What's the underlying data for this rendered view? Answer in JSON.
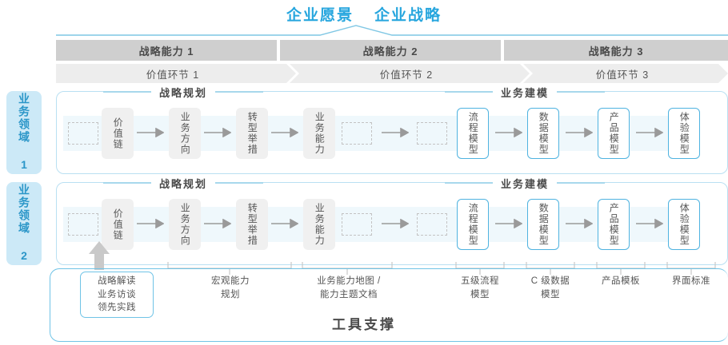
{
  "header": {
    "titles": [
      "企业愿景",
      "企业战略"
    ],
    "accent_color": "#27A6DE"
  },
  "capabilities": {
    "items": [
      {
        "label": "战略能力 1"
      },
      {
        "label": "战略能力 2"
      },
      {
        "label": "战略能力 3"
      }
    ],
    "bar_color": "#CFCFCF"
  },
  "value_chain": {
    "items": [
      {
        "label": "价值环节 1"
      },
      {
        "label": "价值环节 2"
      },
      {
        "label": "价值环节 3"
      }
    ],
    "bar_color": "#EDEDED"
  },
  "domains": [
    {
      "tab_label": "业务领域 1",
      "sections": [
        {
          "title": "战略规划"
        },
        {
          "title": "业务建模"
        }
      ],
      "nodes": [
        {
          "label": "价值链",
          "style": "gray"
        },
        {
          "label": "业务方向",
          "style": "gray"
        },
        {
          "label": "转型举措",
          "style": "gray"
        },
        {
          "label": "业务能力",
          "style": "gray"
        },
        {
          "label": "流程模型",
          "style": "blue"
        },
        {
          "label": "数据模型",
          "style": "blue"
        },
        {
          "label": "产品模型",
          "style": "blue"
        },
        {
          "label": "体验模型",
          "style": "blue"
        }
      ]
    },
    {
      "tab_label": "业务领域 2",
      "sections": [
        {
          "title": "战略规划"
        },
        {
          "title": "业务建模"
        }
      ],
      "nodes": [
        {
          "label": "价值链",
          "style": "gray"
        },
        {
          "label": "业务方向",
          "style": "gray"
        },
        {
          "label": "转型举措",
          "style": "gray"
        },
        {
          "label": "业务能力",
          "style": "gray"
        },
        {
          "label": "流程模型",
          "style": "blue"
        },
        {
          "label": "数据模型",
          "style": "blue"
        },
        {
          "label": "产品模型",
          "style": "blue"
        },
        {
          "label": "体验模型",
          "style": "blue"
        }
      ]
    }
  ],
  "tool_support": {
    "title": "工具支撑",
    "items": [
      {
        "label": "战略解读\n业务访谈\n领先实践",
        "boxed": true
      },
      {
        "label": "宏观能力\n规划",
        "boxed": false
      },
      {
        "label": "业务能力地图 /\n能力主题文档",
        "boxed": false
      },
      {
        "label": "五级流程\n模型",
        "boxed": false
      },
      {
        "label": "C 级数据\n模型",
        "boxed": false
      },
      {
        "label": "产品模板",
        "boxed": false
      },
      {
        "label": "界面标准",
        "boxed": false
      }
    ],
    "border_color": "#6FC3E6"
  },
  "colors": {
    "accent_blue": "#27A6DE",
    "light_blue_border": "#B9E0F2",
    "band_blue": "#EFF8FC",
    "node_gray": "#F0F0F0",
    "node_blue_border": "#4FB3E0",
    "tab_bg": "#CCE9F7",
    "tab_text": "#2B96C8"
  }
}
